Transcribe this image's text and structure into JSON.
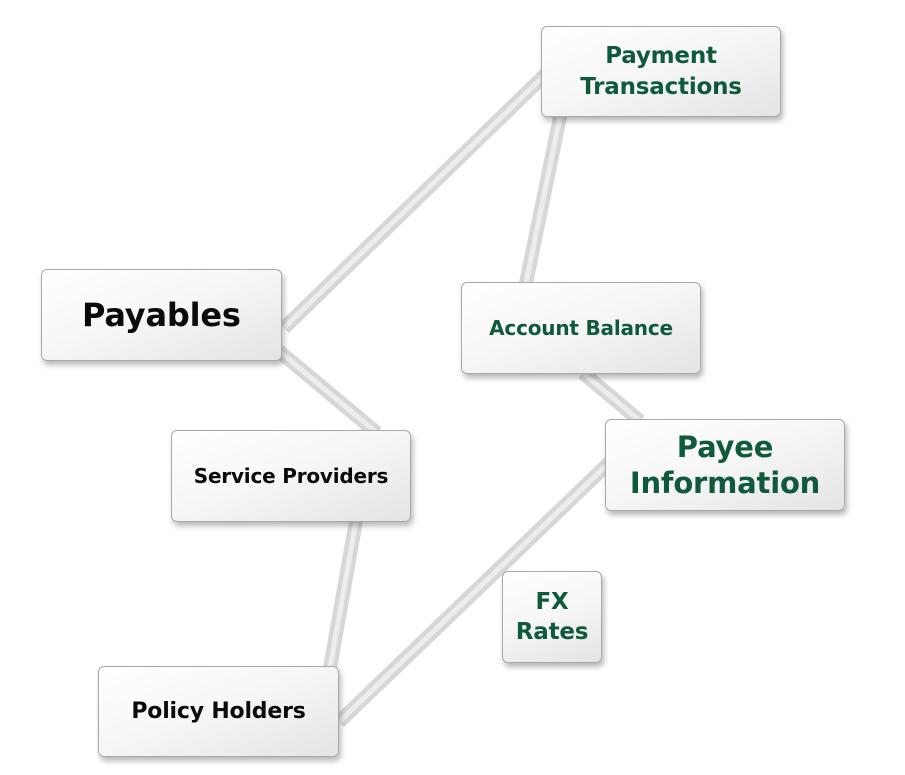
{
  "colors": {
    "connector": "#d7d7d7",
    "connector_highlight": "#ededed",
    "node_border": "#a9a9a9",
    "text_black": "#0b0b0b",
    "text_green": "#0e5a3b"
  },
  "nodes": {
    "payment_transactions": {
      "line1": "Payment",
      "line2": "Transactions"
    },
    "payables": {
      "label": "Payables"
    },
    "account_balance": {
      "label": "Account Balance"
    },
    "service_providers": {
      "label": "Service Providers"
    },
    "payee_information": {
      "line1": "Payee",
      "line2": "Information"
    },
    "fx_rates": {
      "line1": "FX",
      "line2": "Rates"
    },
    "policy_holders": {
      "label": "Policy Holders"
    }
  },
  "edges": [
    {
      "from": "payables",
      "to": "payment_transactions"
    },
    {
      "from": "payment_transactions",
      "to": "account_balance"
    },
    {
      "from": "payables",
      "to": "service_providers"
    },
    {
      "from": "account_balance",
      "to": "payee_information"
    },
    {
      "from": "service_providers",
      "to": "policy_holders"
    },
    {
      "from": "policy_holders",
      "to": "payee_information"
    }
  ]
}
